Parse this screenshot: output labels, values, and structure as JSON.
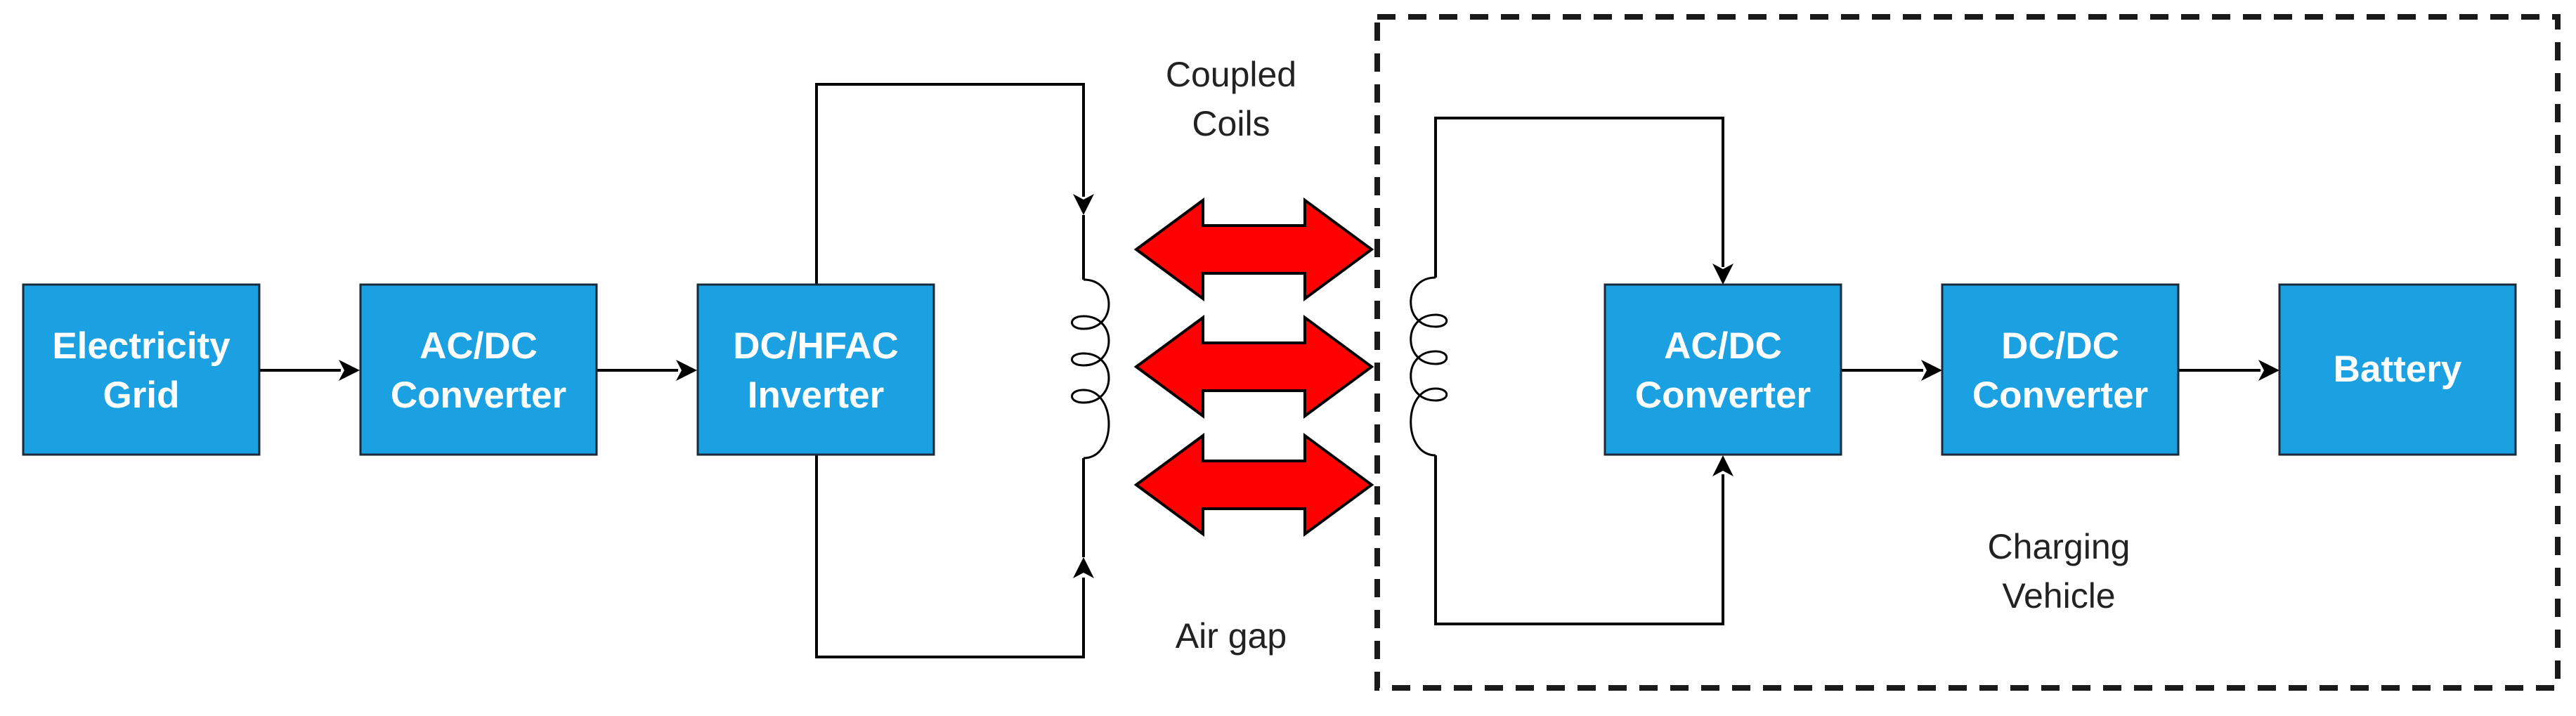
{
  "blocks": {
    "grid": [
      "Electricity",
      "Grid"
    ],
    "acdc_primary": [
      "AC/DC",
      "Converter"
    ],
    "inverter": [
      "DC/HFAC",
      "Inverter"
    ],
    "acdc_vehicle": [
      "AC/DC",
      "Converter"
    ],
    "dcdc": [
      "DC/DC",
      "Converter"
    ],
    "battery": [
      "Battery"
    ]
  },
  "labels": {
    "coupled_coils": [
      "Coupled",
      "Coils"
    ],
    "air_gap": "Air gap",
    "charging_vehicle": [
      "Charging",
      "Vehicle"
    ]
  },
  "colors": {
    "block_fill": "#1ba1e2",
    "block_border": "#1b2a3a",
    "double_arrow_fill": "#ff0000",
    "wire": "#000000"
  }
}
